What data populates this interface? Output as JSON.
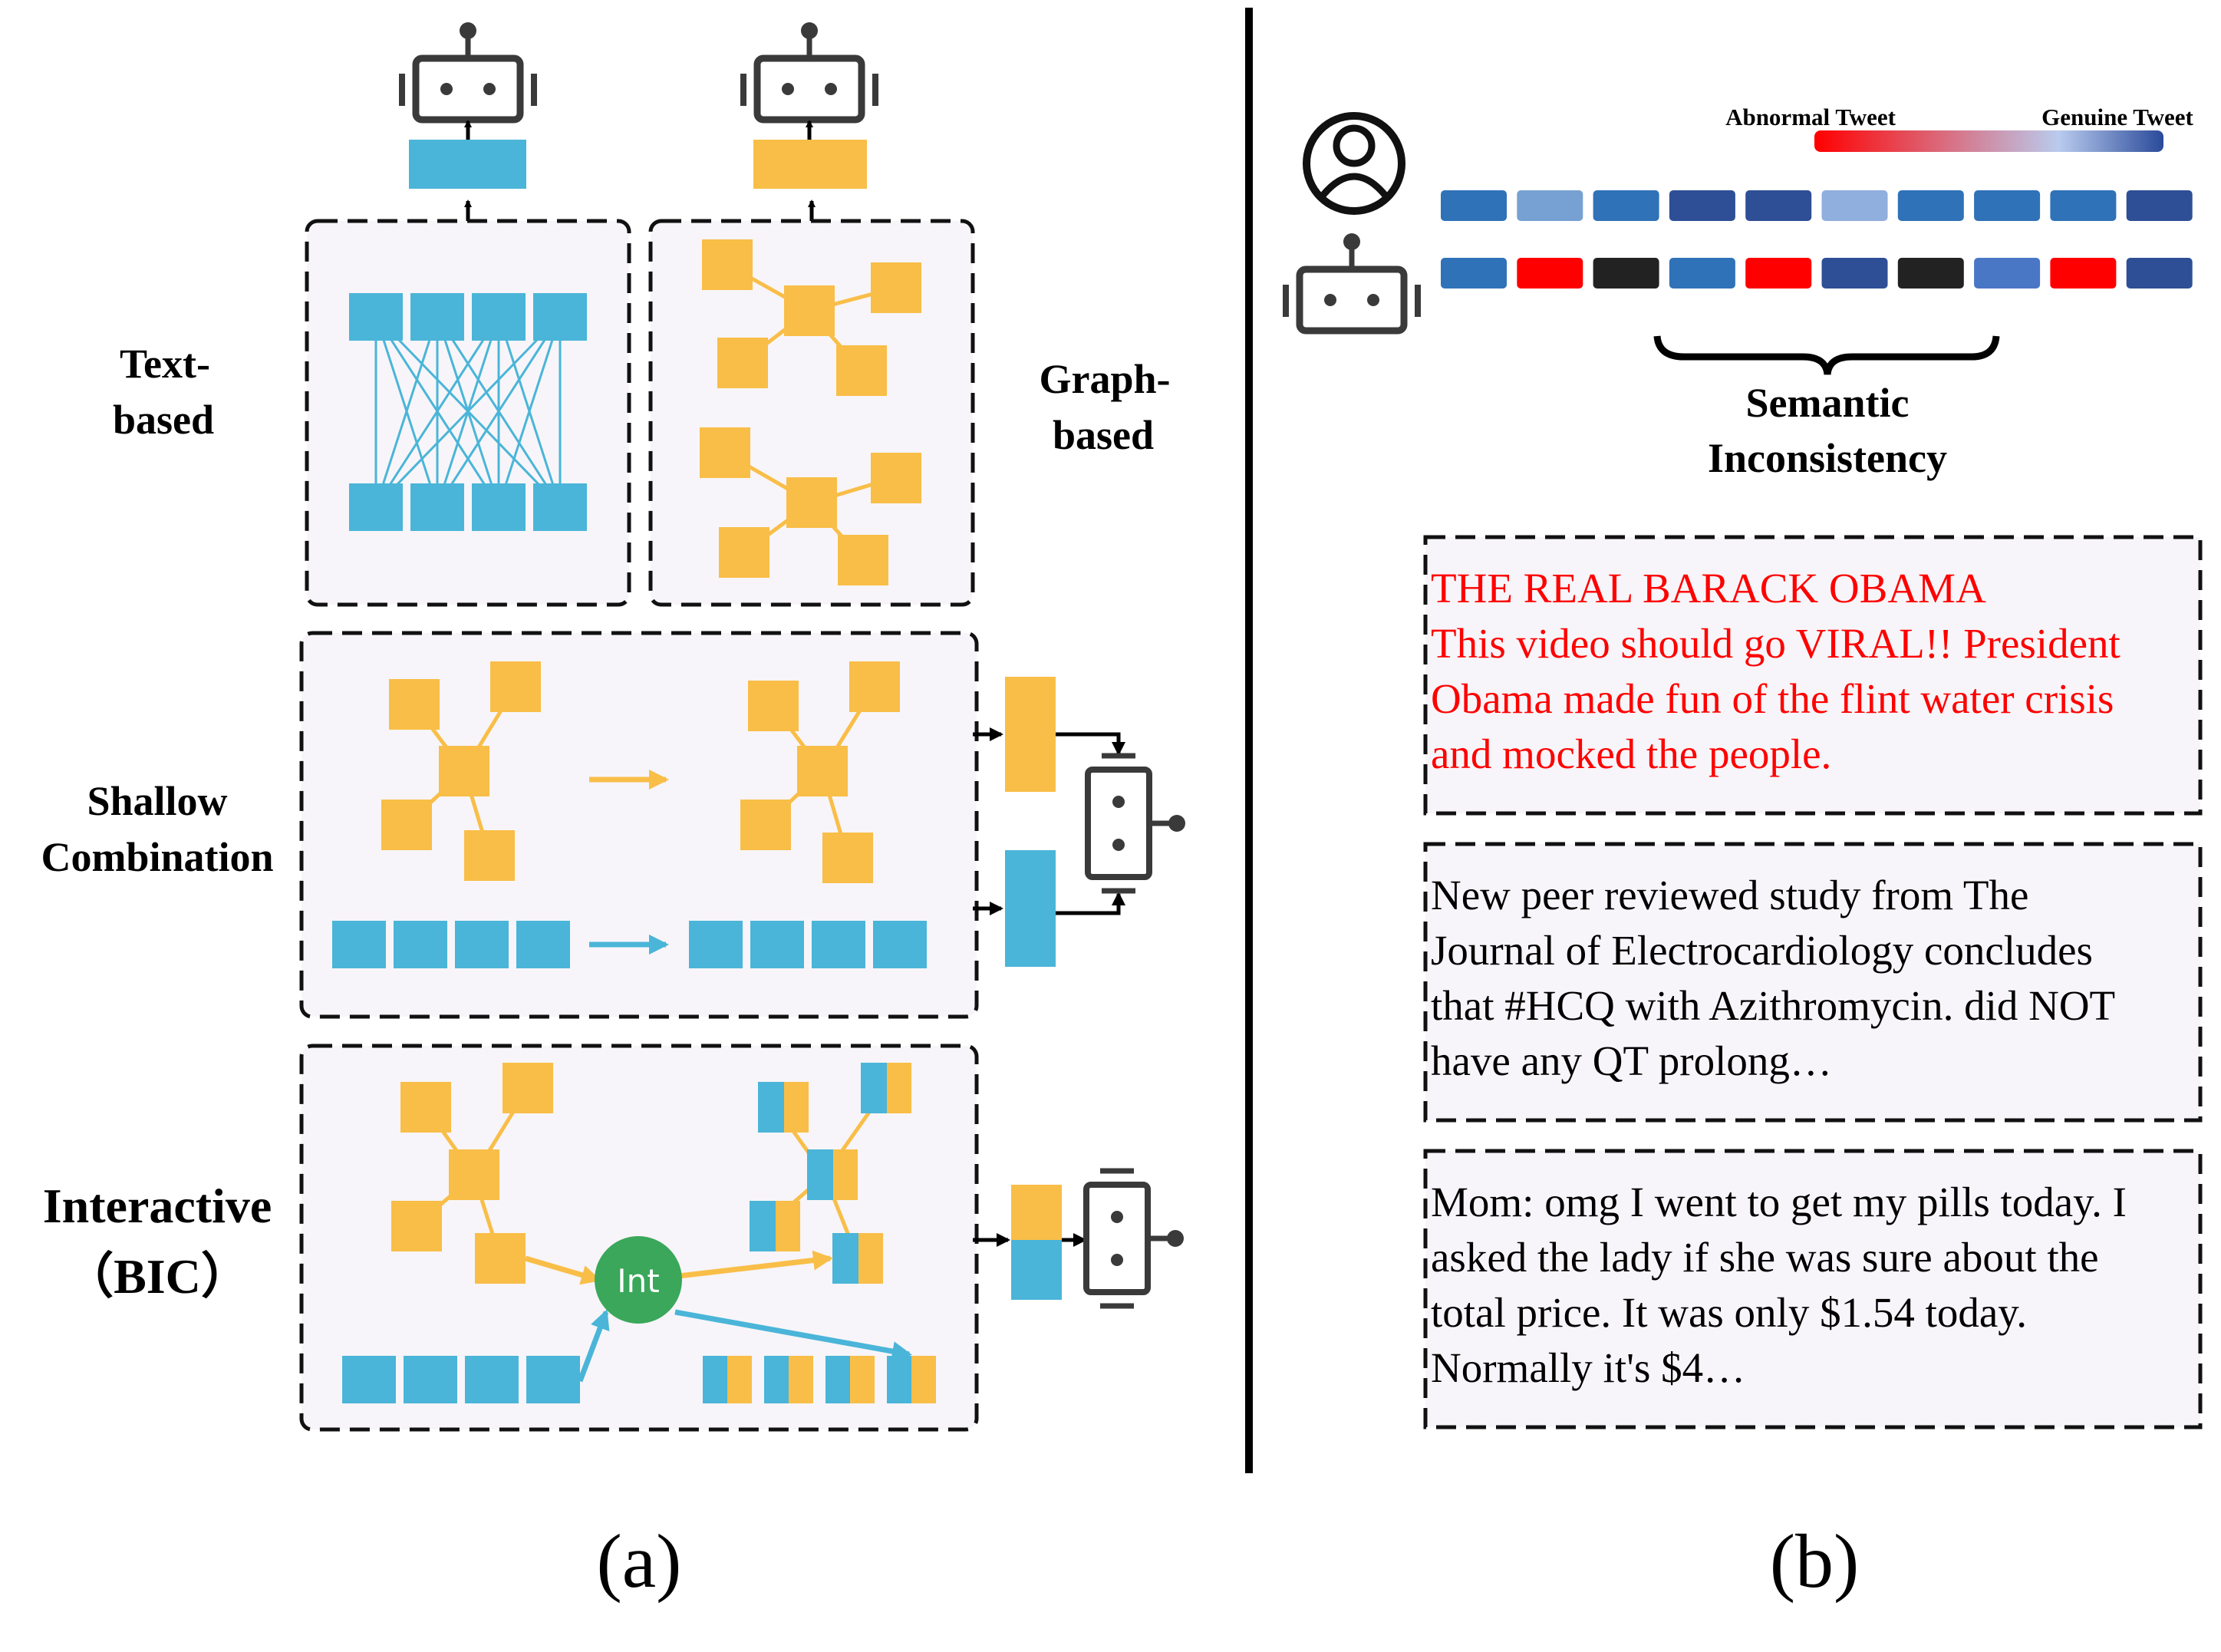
{
  "panel_a": {
    "caption": "(a)",
    "labels": {
      "text_based_1": "Text-",
      "text_based_2": "based",
      "graph_based_1": "Graph-",
      "graph_based_2": "based",
      "shallow_1": "Shallow",
      "shallow_2": "Combination",
      "interactive_1": "Interactive",
      "interactive_2": "（BIC）",
      "int_node": "Int"
    },
    "colors": {
      "text": "#4ab5d8",
      "graph": "#f9be48",
      "int": "#3aa75a",
      "box_fill": "#f7f5f9",
      "robot": "#3a3a3a"
    }
  },
  "panel_b": {
    "caption": "(b)",
    "colorbar": {
      "left_label": "Abnormal Tweet",
      "right_label": "Genuine Tweet",
      "stops": [
        "#ff0000",
        "#b9cbee",
        "#2a4a9a"
      ]
    },
    "human_row_colors": [
      "#2f72b8",
      "#77a1d2",
      "#2f72b8",
      "#2e4e96",
      "#2e4e96",
      "#90aede",
      "#2f72b8",
      "#2f72b8",
      "#2f72b8",
      "#2e4e96"
    ],
    "bot_row_colors": [
      "#2f72b8",
      "#ff0000",
      "#222222",
      "#2f72b8",
      "#ff0000",
      "#2e4e96",
      "#222222",
      "#4a76c6",
      "#ff0000",
      "#2e4e96"
    ],
    "brace_label_1": "Semantic",
    "brace_label_2": "Inconsistency",
    "tweets": [
      {
        "lines": [
          "THE REAL BARACK OBAMA",
          "This video should go VIRAL!! President",
          "Obama made fun of the flint water crisis",
          "and mocked the people."
        ],
        "color": "#ff0000"
      },
      {
        "lines": [
          "New peer reviewed study from The",
          "Journal of Electrocardiology concludes",
          "that #HCQ with Azithromycin. did NOT",
          "have any QT prolong…"
        ],
        "color": "#111111"
      },
      {
        "lines": [
          "Mom: omg I went to get my pills today. I",
          "asked the lady if she was sure about the",
          "total price. It was only $1.54 today.",
          "Normally it's $4…"
        ],
        "color": "#111111"
      }
    ]
  }
}
